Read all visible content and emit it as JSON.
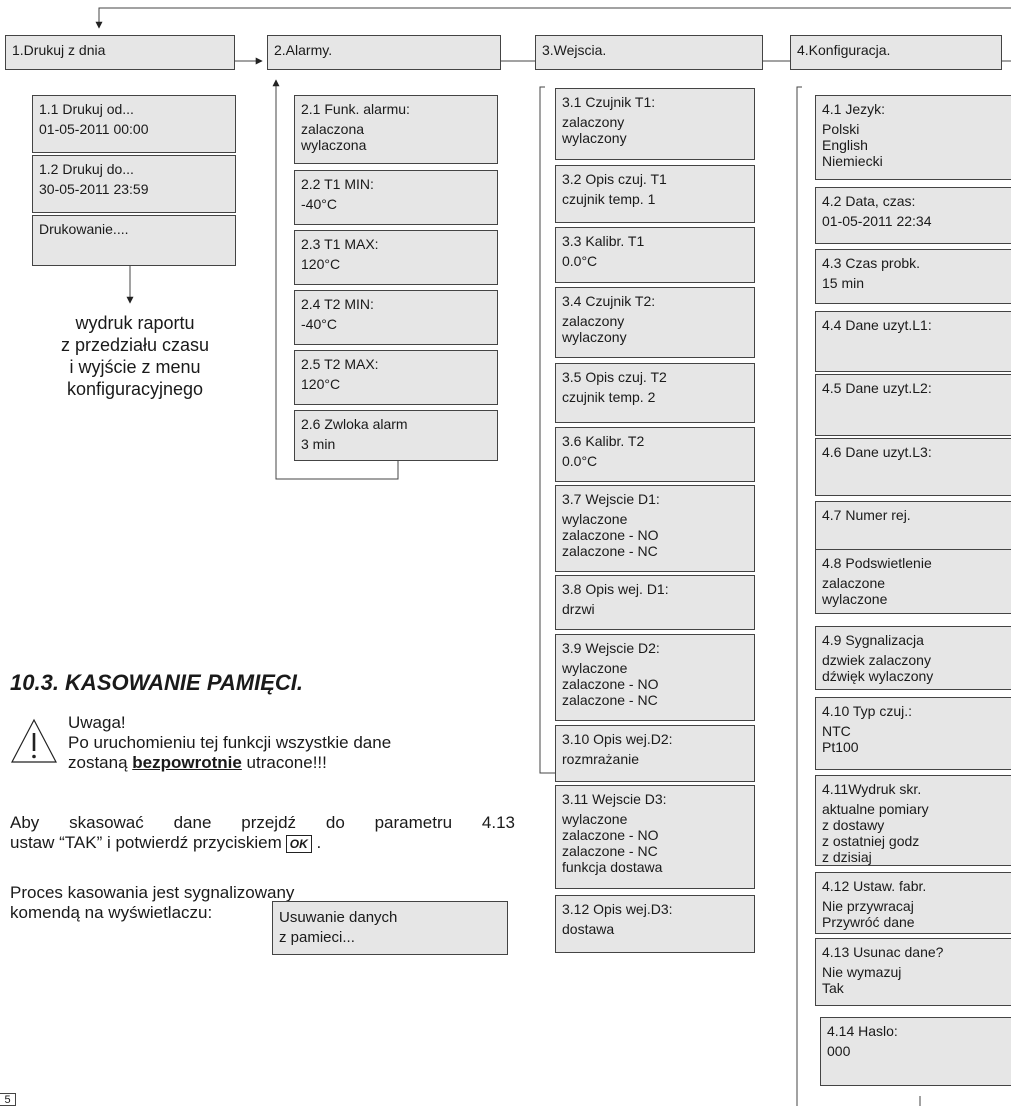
{
  "menus": [
    {
      "title": "1.Drukuj z dnia",
      "items": [
        {
          "title": "1.1 Drukuj od...",
          "options": [
            "01-05-2011 00:00"
          ]
        },
        {
          "title": "1.2 Drukuj do...",
          "options": [
            "30-05-2011 23:59"
          ]
        },
        {
          "title": "Drukowanie....",
          "options": []
        }
      ]
    },
    {
      "title": "2.Alarmy.",
      "items": [
        {
          "title": "2.1 Funk. alarmu:",
          "options": [
            "zalaczona",
            "wylaczona"
          ]
        },
        {
          "title": "2.2 T1 MIN:",
          "options": [
            "-40°C"
          ]
        },
        {
          "title": "2.3 T1 MAX:",
          "options": [
            "120°C"
          ]
        },
        {
          "title": "2.4 T2 MIN:",
          "options": [
            "-40°C"
          ]
        },
        {
          "title": "2.5 T2 MAX:",
          "options": [
            "120°C"
          ]
        },
        {
          "title": "2.6 Zwloka alarm",
          "options": [
            "3 min"
          ]
        }
      ]
    },
    {
      "title": "3.Wejscia.",
      "items": [
        {
          "title": "3.1 Czujnik T1:",
          "options": [
            "zalaczony",
            "wylaczony"
          ]
        },
        {
          "title": "3.2 Opis czuj. T1",
          "options": [
            "czujnik temp. 1"
          ]
        },
        {
          "title": "3.3 Kalibr. T1",
          "options": [
            "0.0°C"
          ]
        },
        {
          "title": "3.4 Czujnik T2:",
          "options": [
            "zalaczony",
            "wylaczony"
          ]
        },
        {
          "title": "3.5 Opis czuj. T2",
          "options": [
            "czujnik temp. 2"
          ]
        },
        {
          "title": "3.6 Kalibr. T2",
          "options": [
            "0.0°C"
          ]
        },
        {
          "title": "3.7 Wejscie D1:",
          "options": [
            "wylaczone",
            "zalaczone - NO",
            "zalaczone - NC"
          ]
        },
        {
          "title": "3.8 Opis wej. D1:",
          "options": [
            "drzwi"
          ]
        },
        {
          "title": "3.9 Wejscie D2:",
          "options": [
            "wylaczone",
            "zalaczone - NO",
            "zalaczone - NC"
          ]
        },
        {
          "title": "3.10 Opis wej.D2:",
          "options": [
            "rozmrażanie"
          ]
        },
        {
          "title": "3.11 Wejscie D3:",
          "options": [
            "wylaczone",
            "zalaczone - NO",
            "zalaczone - NC",
            "funkcja dostawa"
          ]
        },
        {
          "title": "3.12 Opis wej.D3:",
          "options": [
            "dostawa"
          ]
        }
      ]
    },
    {
      "title": "4.Konfiguracja.",
      "items": [
        {
          "title": "4.1 Jezyk:",
          "options": [
            "Polski",
            "English",
            "Niemiecki"
          ]
        },
        {
          "title": "4.2 Data, czas:",
          "options": [
            "01-05-2011 22:34"
          ]
        },
        {
          "title": "4.3 Czas probk.",
          "options": [
            "15 min"
          ]
        },
        {
          "title": "4.4 Dane uzyt.L1:",
          "options": []
        },
        {
          "title": "4.5 Dane uzyt.L2:",
          "options": []
        },
        {
          "title": "4.6 Dane uzyt.L3:",
          "options": []
        },
        {
          "title": "4.7 Numer rej.",
          "options": []
        },
        {
          "title": "4.8 Podswietlenie",
          "options": [
            "zalaczone",
            "wylaczone"
          ]
        },
        {
          "title": "4.9 Sygnalizacja",
          "options": [
            "dzwiek zalaczony",
            "dźwięk wylaczony"
          ]
        },
        {
          "title": "4.10 Typ czuj.:",
          "options": [
            "NTC",
            "Pt100"
          ]
        },
        {
          "title": "4.11Wydruk skr.",
          "options": [
            "aktualne pomiary",
            "z dostawy",
            "z ostatniej godz",
            "z dzisiaj"
          ]
        },
        {
          "title": "4.12 Ustaw. fabr.",
          "options": [
            "Nie przywracaj",
            "Przywróć dane"
          ]
        },
        {
          "title": "4.13 Usunac dane?",
          "options": [
            "Nie wymazuj",
            "Tak"
          ]
        },
        {
          "title": "4.14 Haslo:",
          "options": [
            "000"
          ]
        }
      ]
    }
  ],
  "print_note": [
    "wydruk raportu",
    "z przedziału czasu",
    "i wyjście z menu",
    "konfiguracyjnego"
  ],
  "section": {
    "heading": "10.3. KASOWANIE PAMIĘCI.",
    "warning_title": "Uwaga!",
    "warning_line1": "Po uruchomieniu tej funkcji wszystkie dane",
    "warning_pre": "zostaną ",
    "warning_bold": "bezpowrotnie",
    "warning_post": " utracone!!!",
    "para1_line1": "Aby skasować dane przejdź do parametru 4.13",
    "para1_line2": "ustaw “TAK” i potwierdź przyciskiem",
    "ok_key": "OK",
    "para1_end": " .",
    "para2_line1": "Proces kasowania jest sygnalizowany",
    "para2_line2": "komendą na wyświetlaczu:",
    "display_line1": "Usuwanie danych",
    "display_line2": "z pamieci..."
  },
  "page_number": "5"
}
